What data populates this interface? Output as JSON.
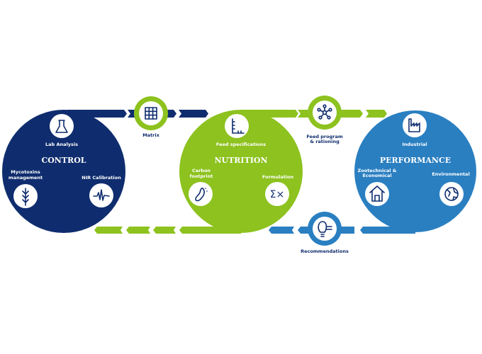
{
  "colors": {
    "navy": "#0f2d6e",
    "green": "#8dc21f",
    "blue": "#2a7fc1"
  },
  "control": {
    "title": "CONTROL",
    "items": [
      "Lab Analysis",
      "Mycotoxins",
      "management",
      "NIR Calibration"
    ]
  },
  "nutrition": {
    "title": "NUTRITION",
    "items": [
      "Feed specifications",
      "Carbon",
      "footprint",
      "Formulation"
    ]
  },
  "performance": {
    "title": "PERFORMANCE",
    "items": [
      "Industrial",
      "Zootechnical &",
      "Economical",
      "Environmental"
    ]
  },
  "connectors": {
    "matrix": "Matrix",
    "feed_program": [
      "Feed program",
      "& rationing"
    ],
    "recommendations": "Recommendations"
  }
}
